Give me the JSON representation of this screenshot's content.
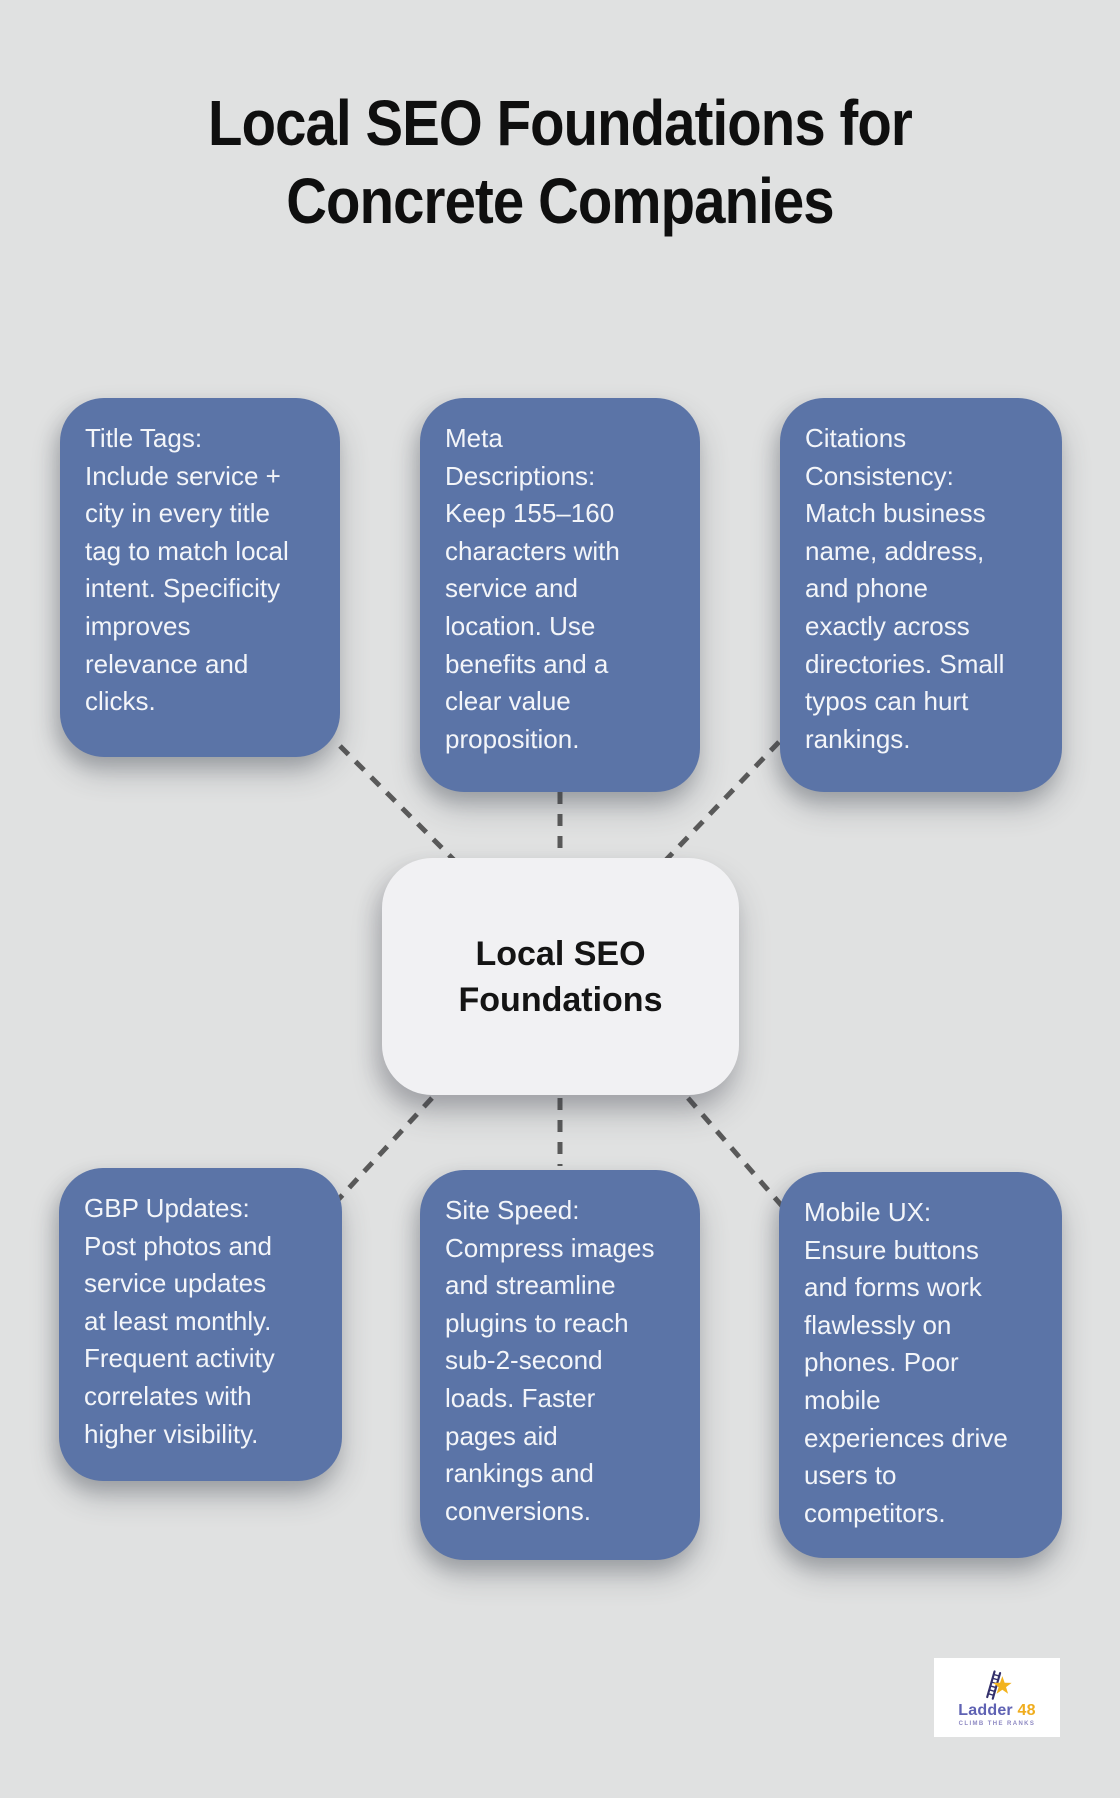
{
  "title": {
    "text": "Local SEO Foundations for\nConcrete Companies"
  },
  "center": {
    "label": "Local SEO\nFoundations"
  },
  "nodes": [
    {
      "id": "title-tags",
      "text": "Title Tags:\nInclude service +\ncity in every title\ntag to match local\nintent. Specificity\nimproves\nrelevance and\nclicks."
    },
    {
      "id": "meta-descriptions",
      "text": "Meta\nDescriptions:\nKeep 155–160\ncharacters with\nservice and\nlocation. Use\nbenefits and a\nclear value\nproposition."
    },
    {
      "id": "citations-consistency",
      "text": "Citations\nConsistency:\nMatch business\nname, address,\nand phone\nexactly across\ndirectories. Small\ntypos can hurt\nrankings."
    },
    {
      "id": "gbp-updates",
      "text": "GBP Updates:\nPost photos and\nservice updates\nat least monthly.\nFrequent activity\ncorrelates with\nhigher visibility."
    },
    {
      "id": "site-speed",
      "text": "Site Speed:\nCompress images\nand streamline\nplugins to reach\nsub-2-second\nloads. Faster\npages aid\nrankings and\nconversions."
    },
    {
      "id": "mobile-ux",
      "text": "Mobile UX:\nEnsure buttons\nand forms work\nflawlessly on\nphones. Poor\nmobile\nexperiences drive\nusers to\ncompetitors."
    }
  ],
  "logo": {
    "brand": "Ladder",
    "brand_accent": "48",
    "tagline": "CLIMB THE RANKS"
  },
  "colors": {
    "background": "#e0e1e1",
    "node_bg": "#5b74a7",
    "node_text": "#f3f5f9",
    "center_bg": "#f1f1f3",
    "center_text": "#141414",
    "connector": "#595959",
    "title": "#0f0f0f",
    "logo_primary": "#5f62b3",
    "logo_accent": "#f0ad1e",
    "logo_tagline": "#8d88c2"
  }
}
